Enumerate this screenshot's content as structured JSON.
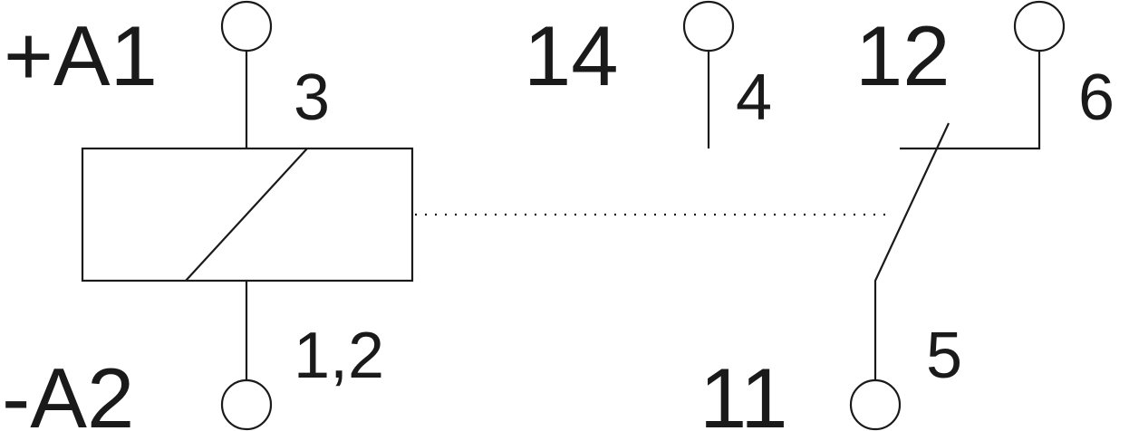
{
  "labels": {
    "a1_terminal": "+A1",
    "a2_terminal": "-A2",
    "pin_3": "3",
    "pin_1_2": "1,2",
    "contact_14": "14",
    "pin_4": "4",
    "contact_12": "12",
    "pin_6": "6",
    "contact_11": "11",
    "pin_5": "5"
  },
  "colors": {
    "line": "#1a1a1a",
    "background": "#ffffff"
  }
}
